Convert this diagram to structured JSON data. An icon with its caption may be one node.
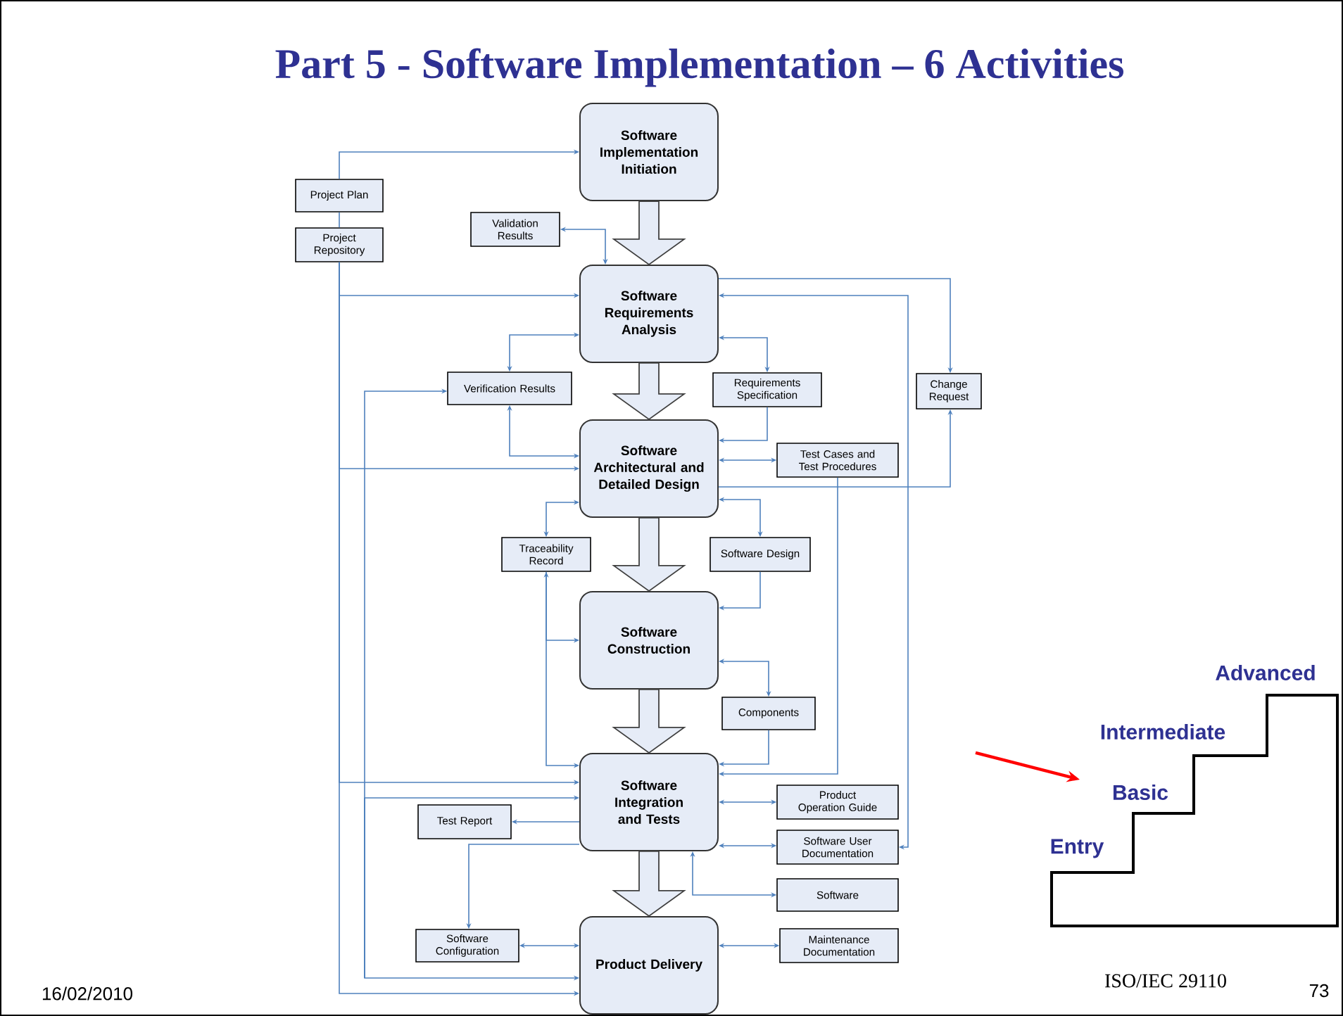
{
  "diagram": {
    "title": "Part 5 - Software Implementation – 6 Activities",
    "nodes": [
      {
        "text": [
          "Software Implementation Initiation"
        ]
      },
      {
        "text": [
          "Software Requirements Analysis"
        ]
      },
      {
        "text": [
          "Software Architectural and Detailed Design"
        ]
      },
      {
        "text": [
          "Software Construction"
        ]
      },
      {
        "text": [
          "Software Integration and Tests"
        ]
      },
      {
        "text": [
          "Product Delivery"
        ]
      },
      {
        "text": [
          "Project Plan"
        ]
      },
      {
        "text": [
          "Project Repository"
        ]
      },
      {
        "text": [
          "Validation Results"
        ]
      },
      {
        "text": [
          "Verification Results"
        ]
      },
      {
        "text": [
          "Requirements Specification"
        ]
      },
      {
        "text": [
          "Change Request"
        ]
      },
      {
        "text": [
          "Test Cases and Test Procedures"
        ]
      },
      {
        "text": [
          "Traceability Record"
        ]
      },
      {
        "text": [
          "Software Design"
        ]
      },
      {
        "text": [
          "Components"
        ]
      },
      {
        "text": [
          "Product Operation Guide"
        ]
      },
      {
        "text": [
          "Test Report"
        ]
      },
      {
        "text": [
          "Software User Documentation"
        ]
      },
      {
        "text": [
          "Software"
        ]
      },
      {
        "text": [
          "Software Configuration"
        ]
      },
      {
        "text": [
          "Maintenance Documentation"
        ]
      }
    ],
    "edges": [
      {
        "from": 0,
        "to": 1,
        "arrow": "to",
        "style": "thick"
      },
      {
        "from": 1,
        "to": 2,
        "arrow": "to",
        "style": "thick"
      },
      {
        "from": 2,
        "to": 3,
        "arrow": "to",
        "style": "thick"
      },
      {
        "from": 3,
        "to": 4,
        "arrow": "to",
        "style": "thick"
      },
      {
        "from": 4,
        "to": 5,
        "arrow": "to",
        "style": "thick"
      },
      {
        "from": 6,
        "to": 0,
        "arrow": "to"
      },
      {
        "from": 6,
        "to": 7,
        "arrow": "none"
      },
      {
        "from": 7,
        "to": 1,
        "arrow": "to"
      },
      {
        "from": 7,
        "to": 2,
        "arrow": "to"
      },
      {
        "from": 7,
        "to": 4,
        "arrow": "to"
      },
      {
        "from": 7,
        "to": 5,
        "arrow": "to"
      },
      {
        "from": null,
        "to": 9,
        "arrow": "to"
      },
      {
        "from": null,
        "to": 4,
        "arrow": "to"
      },
      {
        "from": null,
        "to": 5,
        "arrow": "to"
      },
      {
        "from": 8,
        "to": 1,
        "arrow": "both"
      },
      {
        "from": 9,
        "to": 1,
        "arrow": "both"
      },
      {
        "from": 9,
        "to": 2,
        "arrow": "both"
      },
      {
        "from": 1,
        "to": 10,
        "arrow": "both"
      },
      {
        "from": 10,
        "to": 2,
        "arrow": "to"
      },
      {
        "from": 2,
        "to": 12,
        "arrow": "both"
      },
      {
        "from": 12,
        "to": 4,
        "arrow": "to"
      },
      {
        "from": 1,
        "to": 11,
        "arrow": "to"
      },
      {
        "from": 2,
        "to": 11,
        "arrow": "to"
      },
      {
        "from": 18,
        "to": 1,
        "arrow": "both"
      },
      {
        "from": 2,
        "to": 13,
        "arrow": "both"
      },
      {
        "from": 2,
        "to": 14,
        "arrow": "both"
      },
      {
        "from": 14,
        "to": 3,
        "arrow": "to"
      },
      {
        "from": 13,
        "to": 4,
        "arrow": "both"
      },
      {
        "from": 13,
        "to": 3,
        "arrow": "to"
      },
      {
        "from": 3,
        "to": 15,
        "arrow": "both"
      },
      {
        "from": 15,
        "to": 4,
        "arrow": "to"
      },
      {
        "from": 4,
        "to": 16,
        "arrow": "both"
      },
      {
        "from": 4,
        "to": 17,
        "arrow": "to"
      },
      {
        "from": 4,
        "to": 18,
        "arrow": "both"
      },
      {
        "from": 19,
        "to": 4,
        "arrow": "both"
      },
      {
        "from": 4,
        "to": 20,
        "arrow": "to"
      },
      {
        "from": 20,
        "to": 5,
        "arrow": "both"
      },
      {
        "from": 5,
        "to": 21,
        "arrow": "both"
      }
    ],
    "labels": [
      "Advanced",
      "Intermediate",
      "Basic",
      "Entry",
      "16/02/2010",
      "ISO/IEC 29110",
      "73"
    ]
  }
}
